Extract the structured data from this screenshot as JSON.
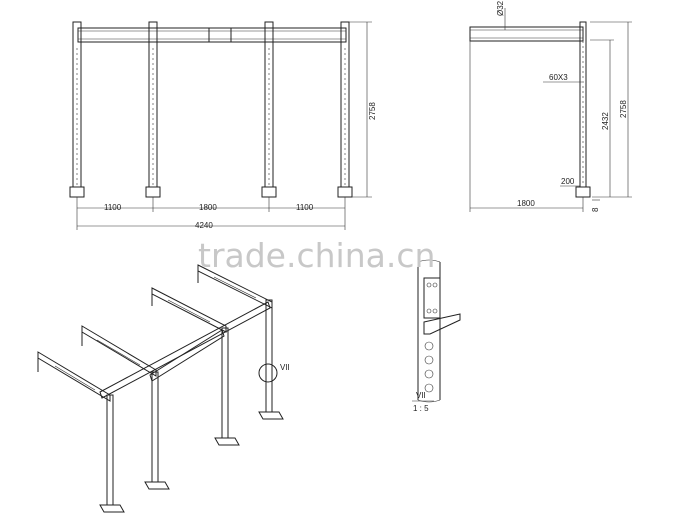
{
  "front_view": {
    "dims": {
      "bay_left": "1100",
      "bay_center": "1800",
      "bay_right": "1100",
      "overall_width": "4240",
      "height": "2758"
    }
  },
  "side_view": {
    "dims": {
      "diameter": "Ø32",
      "tube": "60X3",
      "post_height": "2432",
      "overall_height": "2758",
      "plate": "200",
      "plate_thickness": "8",
      "depth": "1800"
    }
  },
  "detail": {
    "label": "VII",
    "scale": "1 : 5"
  },
  "iso_view": {
    "callout": "VII"
  },
  "watermark": {
    "text": "trade.china.cn"
  }
}
